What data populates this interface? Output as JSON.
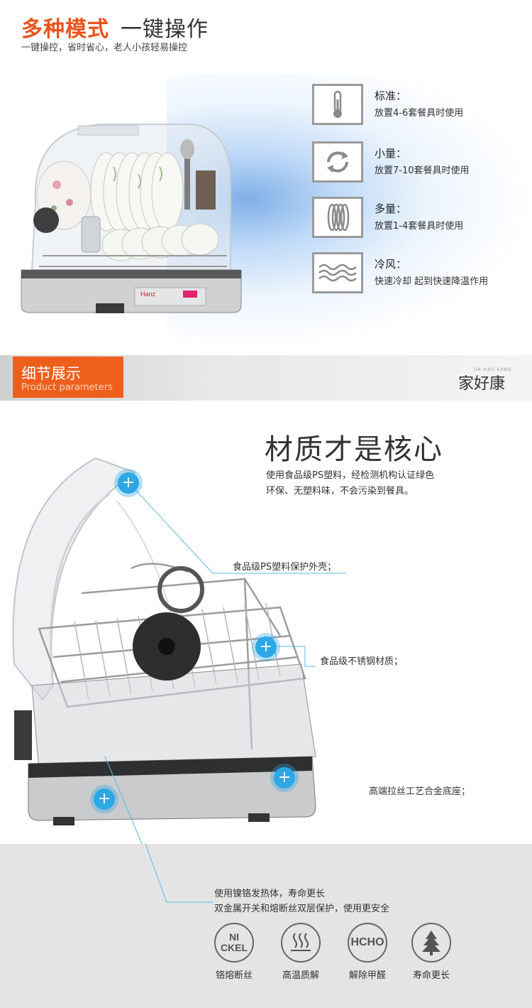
{
  "modes_section": {
    "title_main": "多种模式",
    "title_sub": "一键操作",
    "subtitle": "一键操控，省时省心，老人小孩轻易操控",
    "modes": [
      {
        "name": "标准：",
        "desc": "放置4-6套餐具时使用",
        "icon": "thermometer-icon"
      },
      {
        "name": "小量：",
        "desc": "放置7-10套餐具时使用",
        "icon": "cycle-arrows-icon"
      },
      {
        "name": "多量：",
        "desc": "放置1-4套餐具时使用",
        "icon": "stacked-plates-icon"
      },
      {
        "name": "冷风：",
        "desc": "快速冷却  起到快速降温作用",
        "icon": "wind-waves-icon"
      }
    ],
    "panel_brand": "Hanz"
  },
  "banner": {
    "title_cn": "细节展示",
    "title_en": "Product parameters",
    "brand_cn": "家好康",
    "brand_en": "JIA HAO KANG"
  },
  "material_section": {
    "title": "材质才是核心",
    "desc_lines": [
      "使用食品级PS塑料，经检测机构认证绿色",
      "环保、无塑料味，不会污染到餐具。"
    ],
    "callouts": [
      "食品级PS塑料保护外壳；",
      "食品级不锈钢材质；",
      "高端拉丝工艺合金底座；"
    ]
  },
  "feature_section": {
    "desc_lines": [
      "使用镍铬发热体，寿命更长",
      "双金属开关和熔断丝双层保护，使用更安全"
    ],
    "features": [
      {
        "icon_text": [
          "NI",
          "CKEL"
        ],
        "label": "铬熔断丝",
        "icon": "nickel-icon"
      },
      {
        "icon_text": [],
        "label": "高温质解",
        "icon": "heat-waves-icon"
      },
      {
        "icon_text": [
          "HCHO"
        ],
        "label": "解除甲醛",
        "icon": "hcho-icon"
      },
      {
        "icon_text": [],
        "label": "寿命更长",
        "icon": "tree-icon"
      }
    ]
  },
  "colors": {
    "accent": "#e8541c",
    "banner_tab": "#ee5f1c",
    "marker_blue": "#2ea7e6",
    "grey_panel": "#e4e4e4"
  }
}
